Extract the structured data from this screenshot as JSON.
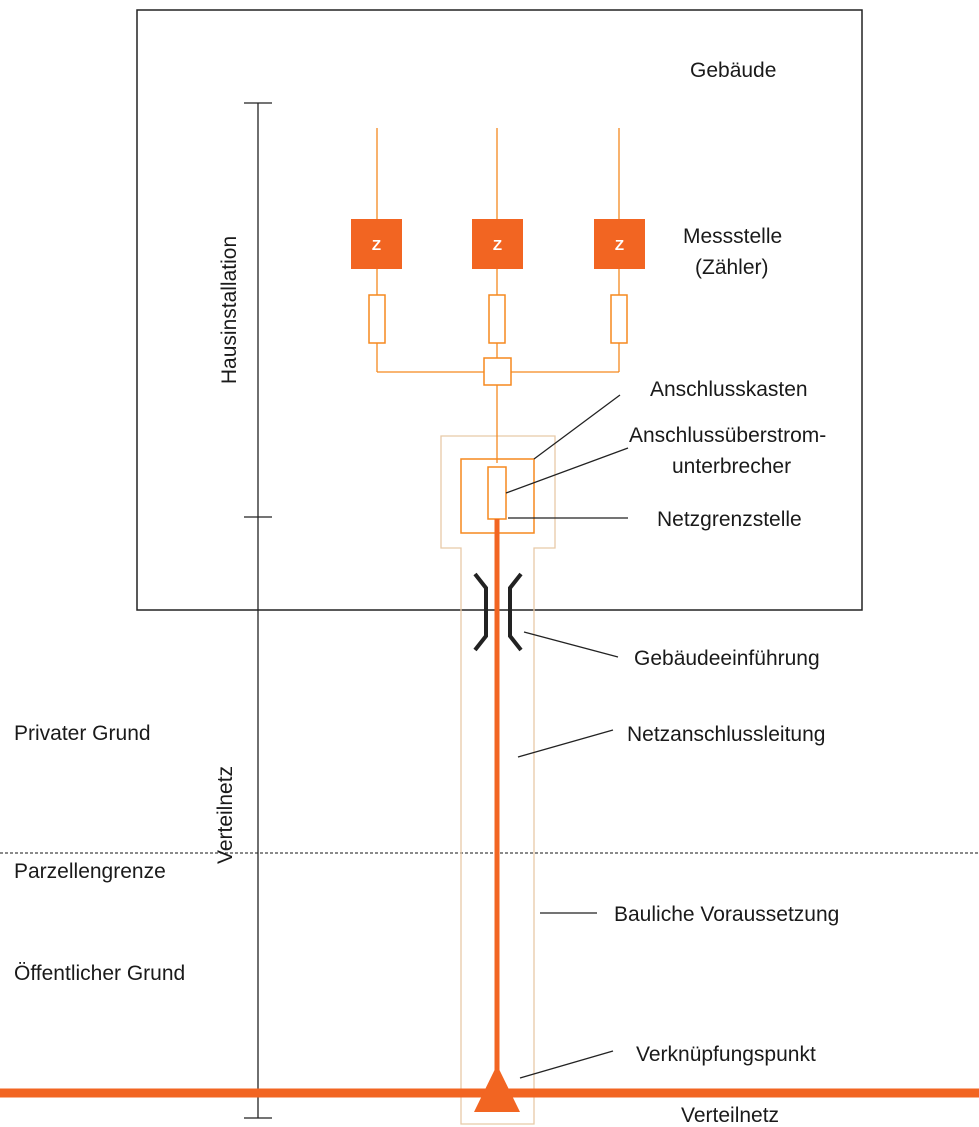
{
  "diagram": {
    "building_label": "Gebäude",
    "meter_symbol": "Z",
    "meter_count": 3,
    "labels": {
      "messstelle_line1": "Messstelle",
      "messstelle_line2": "(Zähler)",
      "anschlusskasten": "Anschlusskasten",
      "anschlussueberstrom_line1": "Anschlussüberstrom-",
      "anschlussueberstrom_line2": "unterbrecher",
      "netzgrenzstelle": "Netzgrenzstelle",
      "gebaeudeeinfuehrung": "Gebäudeeinführung",
      "netzanschlussleitung": "Netzanschlussleitung",
      "bauliche_voraussetzung": "Bauliche Voraussetzung",
      "verknuepfungspunkt": "Verknüpfungspunkt",
      "verteilnetz_bottom": "Verteilnetz"
    },
    "zones": {
      "privater_grund": "Privater Grund",
      "parzellengrenze": "Parzellengrenze",
      "oeffentlicher_grund": "Öffentlicher Grund"
    },
    "vertical_labels": {
      "hausinstallation": "Hausinstallation",
      "verteilnetz": "Verteilnetz"
    },
    "colors": {
      "accent_orange": "#f26522",
      "line_orange": "#f5891f",
      "pale_outline": "#e8c9a8",
      "ink": "#222222"
    }
  }
}
